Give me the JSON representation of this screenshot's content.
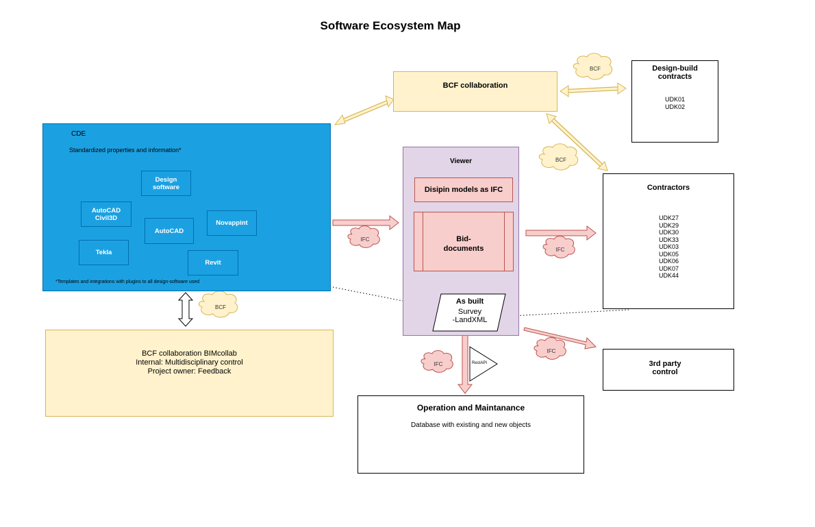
{
  "title": "Software Ecosystem Map",
  "bcf_collab": {
    "title": "BCF collaboration"
  },
  "design_build": {
    "title": "Design-build contracts",
    "items": [
      "UDK01",
      "UDK02"
    ]
  },
  "cde": {
    "title": "CDE",
    "subtitle": "Standardized properties and information*",
    "footnote": "*Templates and integrations with plugins to all design-software used",
    "software": [
      "Design software",
      "AutoCAD Civil3D",
      "AutoCAD",
      "Novappint",
      "Tekla",
      "Revit"
    ]
  },
  "viewer": {
    "title": "Viewer",
    "models": "Disipin models as IFC",
    "bid_documents": "Bid-\ndocuments",
    "as_built": {
      "title": "As built",
      "line1": "Survey",
      "line2": "-LandXML"
    }
  },
  "contractors": {
    "title": "Contractors",
    "items": [
      "UDK27",
      "UDK29",
      "UDK30",
      "UDK33",
      "UDK03",
      "UDK05",
      "UDK06",
      "UDK07",
      "UDK44"
    ]
  },
  "bimcollab": {
    "line1": "BCF collaboration BIMcollab",
    "line2": "Internal: Multidisciplinary control",
    "line3": "Project owner: Feedback"
  },
  "operation": {
    "title": "Operation and Maintanance",
    "subtitle": "Database with existing and new objects"
  },
  "third_party": {
    "title": "3rd party control"
  },
  "rest_api": "RestAPI",
  "clouds": {
    "bcf_top": "BCF",
    "bcf_mid": "BCF",
    "bcf_cde": "BCF",
    "ifc_cde": "IFC",
    "ifc_contractors": "IFC",
    "ifc_third": "IFC",
    "ifc_op": "IFC"
  },
  "colors": {
    "yellow_fill": "#fff2cc",
    "yellow_stroke": "#d6b656",
    "pink_fill": "#f8cecc",
    "pink_stroke": "#b85450",
    "purple_fill": "#e1d5e7",
    "purple_stroke": "#9673a6",
    "blue_fill": "#1ba1e2",
    "blue_stroke": "#006eaf"
  }
}
